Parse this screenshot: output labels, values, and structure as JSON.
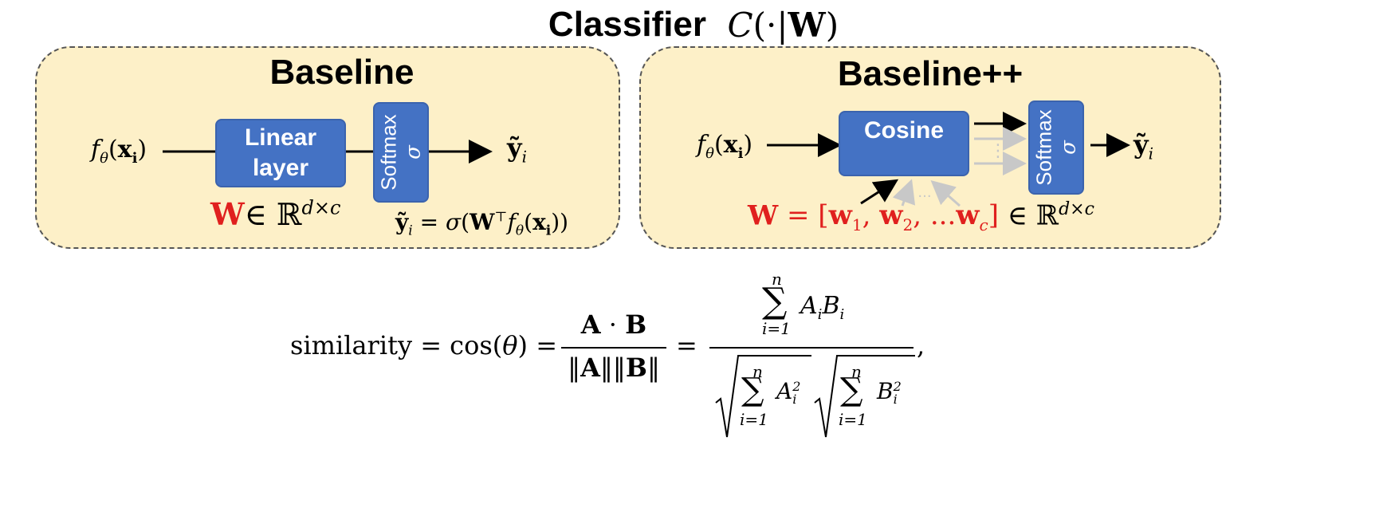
{
  "title": {
    "word": "Classifier",
    "formula": "C(·|W)"
  },
  "baseline": {
    "title": "Baseline",
    "input": "fθ(xi)",
    "linear_layer": "Linear layer",
    "softmax": "Softmax",
    "sigma": "σ",
    "output": "ỹi",
    "weight": "W",
    "weight_space": "∈ ℝd×c",
    "formula": "ỹi = σ(W⊤fθ(xi))"
  },
  "baseline_pp": {
    "title": "Baseline++",
    "input": "fθ(xi)",
    "cosine": "Cosine",
    "softmax": "Softmax",
    "sigma": "σ",
    "output": "ỹi",
    "weight_lhs": "W",
    "weight_vectors": "= [w1, w2, ...wc]",
    "weight_space": "∈ ℝd×c"
  },
  "similarity": {
    "label": "similarity",
    "cos": "cos(θ)",
    "numerator1": "A · B",
    "denominator1": "‖A‖‖B‖",
    "sum_top": "n",
    "sum_bottom": "i=1",
    "term_num": "AiBi",
    "term_a": "A",
    "term_b": "B",
    "sub_i": "i",
    "sup_2": "2",
    "eq": "=",
    "comma": ","
  },
  "colors": {
    "panel": "#fdf0c8",
    "box": "#4472c4",
    "weight": "#e0201e",
    "faded_arrow": "#c8c8c8"
  }
}
